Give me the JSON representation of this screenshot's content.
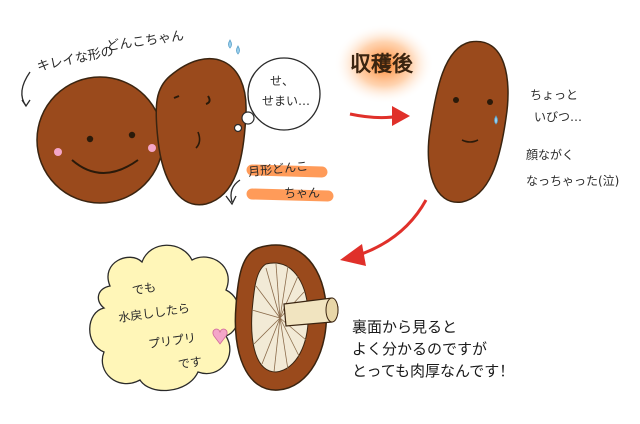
{
  "labels": {
    "pretty_left": "キレイな形の",
    "pretty_right": "どんこちゃん",
    "bubble_line1": "せ、",
    "bubble_line2": "せまい…",
    "odd_line1": "月形どんこ",
    "odd_line2": "ちゃん",
    "harvest": "収穫後",
    "after_line1": "ちょっと",
    "after_line2": "いびつ…",
    "after_line3": "顔ながく",
    "after_line4": "なっちゃった(泣)",
    "cloud_line1": "でも",
    "cloud_line2": "水戻ししたら",
    "cloud_line3": "プリプリ",
    "cloud_line4": "です",
    "note_line1": "裏面から見ると",
    "note_line2": "よく分かるのですが",
    "note_line3": "とっても肉厚なんです！"
  },
  "colors": {
    "mushroom_brown": "#9a4a1c",
    "outline": "#3a2410",
    "highlight_orange": "#ff8a3d",
    "arrow_red": "#e0302a",
    "cloud_fill": "#fff6b8",
    "cheek_pink": "#f4a6c8"
  }
}
